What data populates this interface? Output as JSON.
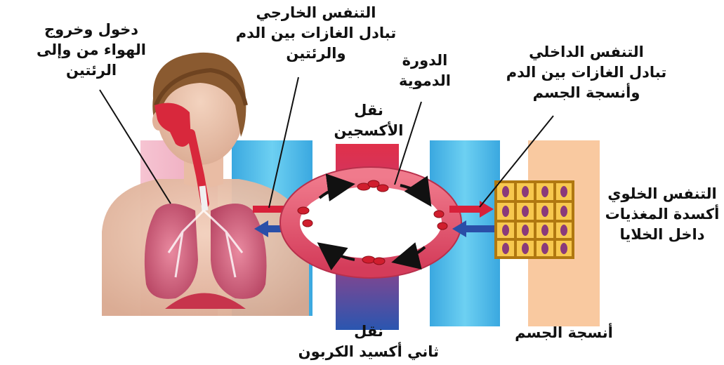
{
  "labels": {
    "ventilation": [
      "دخول وخروج",
      "الهواء من وإلى",
      "الرئتين"
    ],
    "external_respiration": [
      "التنفس الخارجي",
      "تبادل الغازات بين الدم",
      "والرئتين"
    ],
    "circulation": [
      "الدورة",
      "الدموية"
    ],
    "internal_respiration": [
      "التنفس الداخلي",
      "تبادل الغازات بين الدم",
      "وأنسجة الجسم"
    ],
    "oxygen_transport": [
      "نقل",
      "الأكسجين"
    ],
    "cellular_respiration": [
      "التنفس الخلوي",
      "أكسدة المغذيات",
      "داخل الخلايا"
    ],
    "co2_transport": [
      "نقل",
      "ثاني أكسيد الكربون"
    ],
    "body_tissues": [
      "أنسجة الجسم"
    ]
  },
  "colors": {
    "lungs_panel": "#f2b6c8",
    "blue_panel": "#5ec8ee",
    "oxygen_column_top": "#e0304a",
    "co2_column_bottom": "#2a56b0",
    "tissue_panel": "#f9c9a0",
    "blood_ring": "#e4506a",
    "arrow_red": "#d8203a",
    "arrow_blue": "#2a4fa8"
  }
}
